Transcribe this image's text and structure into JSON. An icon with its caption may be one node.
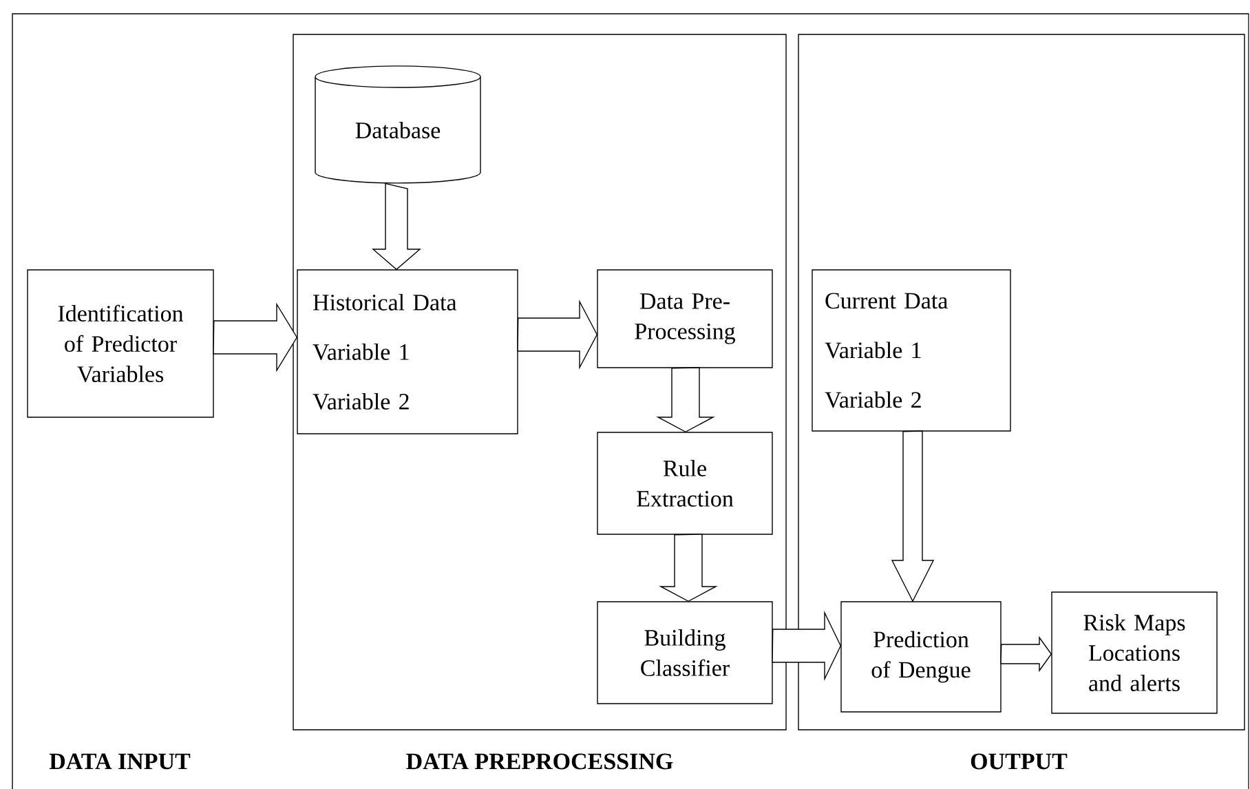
{
  "diagram": {
    "nodes": [
      {
        "text": [
          "Identification of Predictor Variables"
        ]
      },
      {
        "text": [
          "DATA PREPROCESSING"
        ]
      },
      {
        "text": [
          "Database"
        ],
        "in": 1
      },
      {
        "text": [
          "Historical Data",
          "Variable 1",
          "Variable 2"
        ],
        "in": 1
      },
      {
        "text": [
          "Data Pre-Processing"
        ],
        "in": 1
      },
      {
        "text": [
          "Rule Extraction"
        ],
        "in": 1
      },
      {
        "text": [
          "Building Classifier"
        ],
        "in": 1
      },
      {
        "text": [
          "OUTPUT"
        ]
      },
      {
        "text": [
          "Current Data",
          "Variable 1",
          "Variable 2"
        ],
        "in": 7
      },
      {
        "text": [
          "Prediction of Dengue"
        ],
        "in": 7
      },
      {
        "text": [
          "Risk Maps Locations and alerts"
        ],
        "in": 7
      }
    ],
    "edges": [
      {
        "from": 0,
        "to": 3,
        "arrow": "to"
      },
      {
        "from": 2,
        "to": 3,
        "arrow": "to"
      },
      {
        "from": 3,
        "to": 4,
        "arrow": "to"
      },
      {
        "from": 4,
        "to": 5,
        "arrow": "to"
      },
      {
        "from": 5,
        "to": 6,
        "arrow": "to"
      },
      {
        "from": 6,
        "to": 9,
        "arrow": "to"
      },
      {
        "from": 8,
        "to": 9,
        "arrow": "to"
      },
      {
        "from": 9,
        "to": 10,
        "arrow": "to"
      }
    ],
    "labels": [
      "DATA INPUT"
    ]
  }
}
